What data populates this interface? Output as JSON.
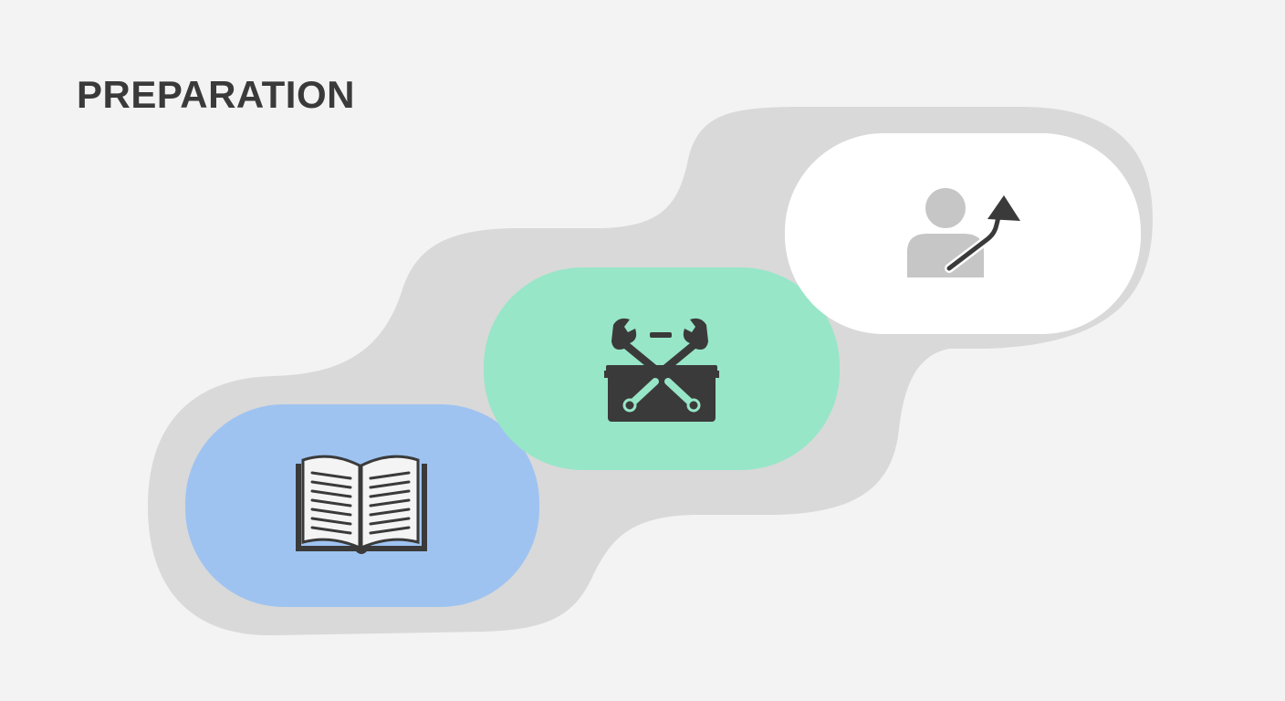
{
  "title": "PREPARATION",
  "colors": {
    "background": "#f3f3f3",
    "track": "#d9d9d9",
    "stage_study": "#9fc3f1",
    "stage_tools": "#97e6c8",
    "stage_growth": "#ffffff",
    "icon_dark": "#3a3a3a",
    "icon_muted": "#c6c6c6"
  },
  "stages": [
    {
      "key": "study",
      "icon": "open-book-icon"
    },
    {
      "key": "tools",
      "icon": "toolbox-icon"
    },
    {
      "key": "growth",
      "icon": "person-growth-arrow-icon"
    }
  ]
}
